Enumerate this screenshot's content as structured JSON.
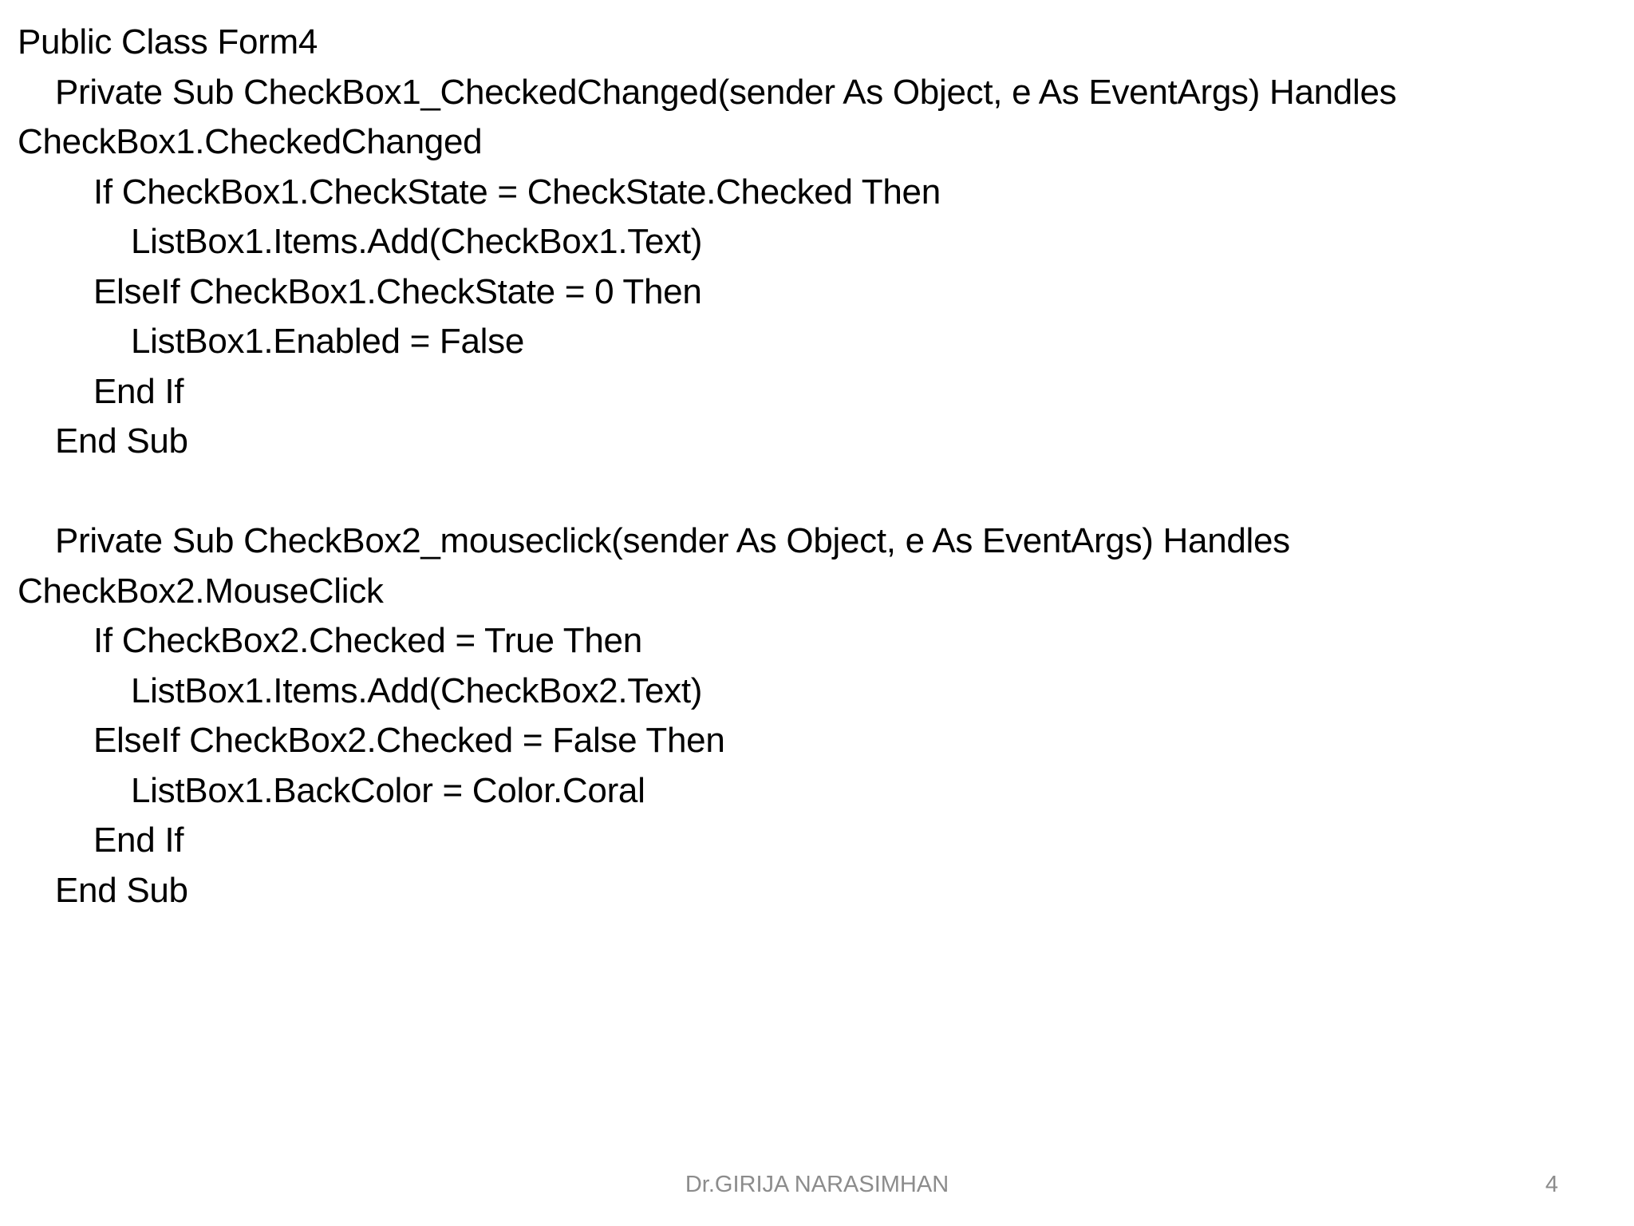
{
  "code_lines": [
    {
      "text": "Public Class Form4",
      "indent": 0
    },
    {
      "text": "Private Sub CheckBox1_CheckedChanged(sender As Object, e As EventArgs) Handles",
      "indent": 1
    },
    {
      "text": "CheckBox1.CheckedChanged",
      "indent": 0
    },
    {
      "text": "If CheckBox1.CheckState = CheckState.Checked Then",
      "indent": 2
    },
    {
      "text": "ListBox1.Items.Add(CheckBox1.Text)",
      "indent": 3
    },
    {
      "text": "ElseIf CheckBox1.CheckState = 0 Then",
      "indent": 2
    },
    {
      "text": "ListBox1.Enabled = False",
      "indent": 3
    },
    {
      "text": "End If",
      "indent": 2
    },
    {
      "text": "End Sub",
      "indent": 1
    },
    {
      "text": "",
      "indent": 0
    },
    {
      "text": "Private Sub CheckBox2_mouseclick(sender As Object, e As EventArgs) Handles",
      "indent": 1
    },
    {
      "text": "CheckBox2.MouseClick",
      "indent": 0
    },
    {
      "text": "If CheckBox2.Checked = True Then",
      "indent": 2
    },
    {
      "text": "ListBox1.Items.Add(CheckBox2.Text)",
      "indent": 3
    },
    {
      "text": "ElseIf CheckBox2.Checked = False Then",
      "indent": 2
    },
    {
      "text": "ListBox1.BackColor = Color.Coral",
      "indent": 3
    },
    {
      "text": "End If",
      "indent": 2
    },
    {
      "text": "End Sub",
      "indent": 1
    }
  ],
  "footer": {
    "author": "Dr.GIRIJA NARASIMHAN",
    "page_number": "4"
  },
  "colors": {
    "text": "#000000",
    "footer_text": "#8c8c8c",
    "background": "#ffffff"
  }
}
